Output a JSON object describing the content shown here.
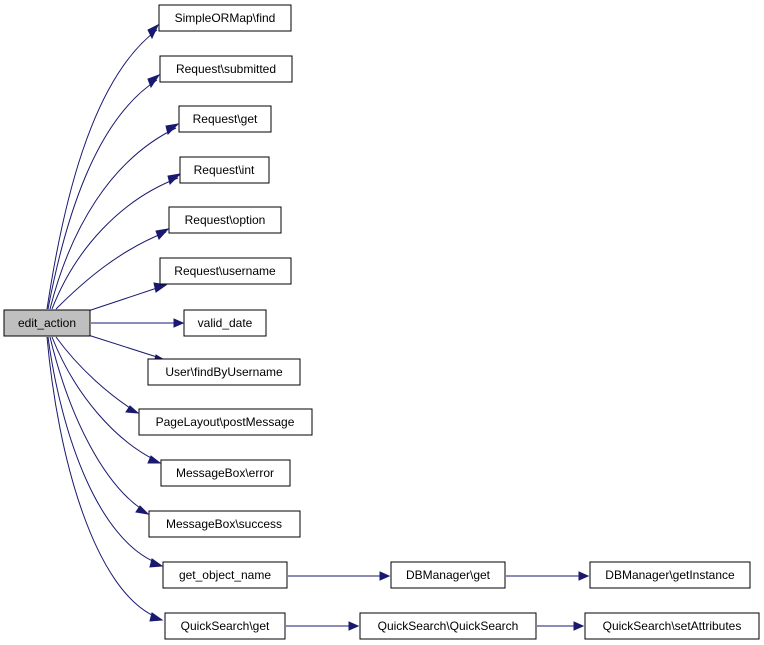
{
  "graph": {
    "colors": {
      "edge": "#191970",
      "root_fill": "#bfbfbf",
      "node_fill": "#ffffff",
      "node_border": "#000000"
    },
    "nodes": [
      {
        "id": "edit_action",
        "label": "edit_action"
      },
      {
        "id": "simpleormap_find",
        "label": "SimpleORMap\\find"
      },
      {
        "id": "request_submitted",
        "label": "Request\\submitted"
      },
      {
        "id": "request_get",
        "label": "Request\\get"
      },
      {
        "id": "request_int",
        "label": "Request\\int"
      },
      {
        "id": "request_option",
        "label": "Request\\option"
      },
      {
        "id": "request_username",
        "label": "Request\\username"
      },
      {
        "id": "valid_date",
        "label": "valid_date"
      },
      {
        "id": "user_findbyusername",
        "label": "User\\findByUsername"
      },
      {
        "id": "pagelayout_postmessage",
        "label": "PageLayout\\postMessage"
      },
      {
        "id": "messagebox_error",
        "label": "MessageBox\\error"
      },
      {
        "id": "messagebox_success",
        "label": "MessageBox\\success"
      },
      {
        "id": "get_object_name",
        "label": "get_object_name"
      },
      {
        "id": "quicksearch_get",
        "label": "QuickSearch\\get"
      },
      {
        "id": "dbmanager_get",
        "label": "DBManager\\get"
      },
      {
        "id": "dbmanager_getinstance",
        "label": "DBManager\\getInstance"
      },
      {
        "id": "quicksearch_quicksearch",
        "label": "QuickSearch\\QuickSearch"
      },
      {
        "id": "quicksearch_setattributes",
        "label": "QuickSearch\\setAttributes"
      }
    ],
    "edges": [
      {
        "from": "edit_action",
        "to": "simpleormap_find"
      },
      {
        "from": "edit_action",
        "to": "request_submitted"
      },
      {
        "from": "edit_action",
        "to": "request_get"
      },
      {
        "from": "edit_action",
        "to": "request_int"
      },
      {
        "from": "edit_action",
        "to": "request_option"
      },
      {
        "from": "edit_action",
        "to": "request_username"
      },
      {
        "from": "edit_action",
        "to": "valid_date"
      },
      {
        "from": "edit_action",
        "to": "user_findbyusername"
      },
      {
        "from": "edit_action",
        "to": "pagelayout_postmessage"
      },
      {
        "from": "edit_action",
        "to": "messagebox_error"
      },
      {
        "from": "edit_action",
        "to": "messagebox_success"
      },
      {
        "from": "edit_action",
        "to": "get_object_name"
      },
      {
        "from": "edit_action",
        "to": "quicksearch_get"
      },
      {
        "from": "get_object_name",
        "to": "dbmanager_get"
      },
      {
        "from": "dbmanager_get",
        "to": "dbmanager_getinstance"
      },
      {
        "from": "quicksearch_get",
        "to": "quicksearch_quicksearch"
      },
      {
        "from": "quicksearch_quicksearch",
        "to": "quicksearch_setattributes"
      }
    ]
  }
}
